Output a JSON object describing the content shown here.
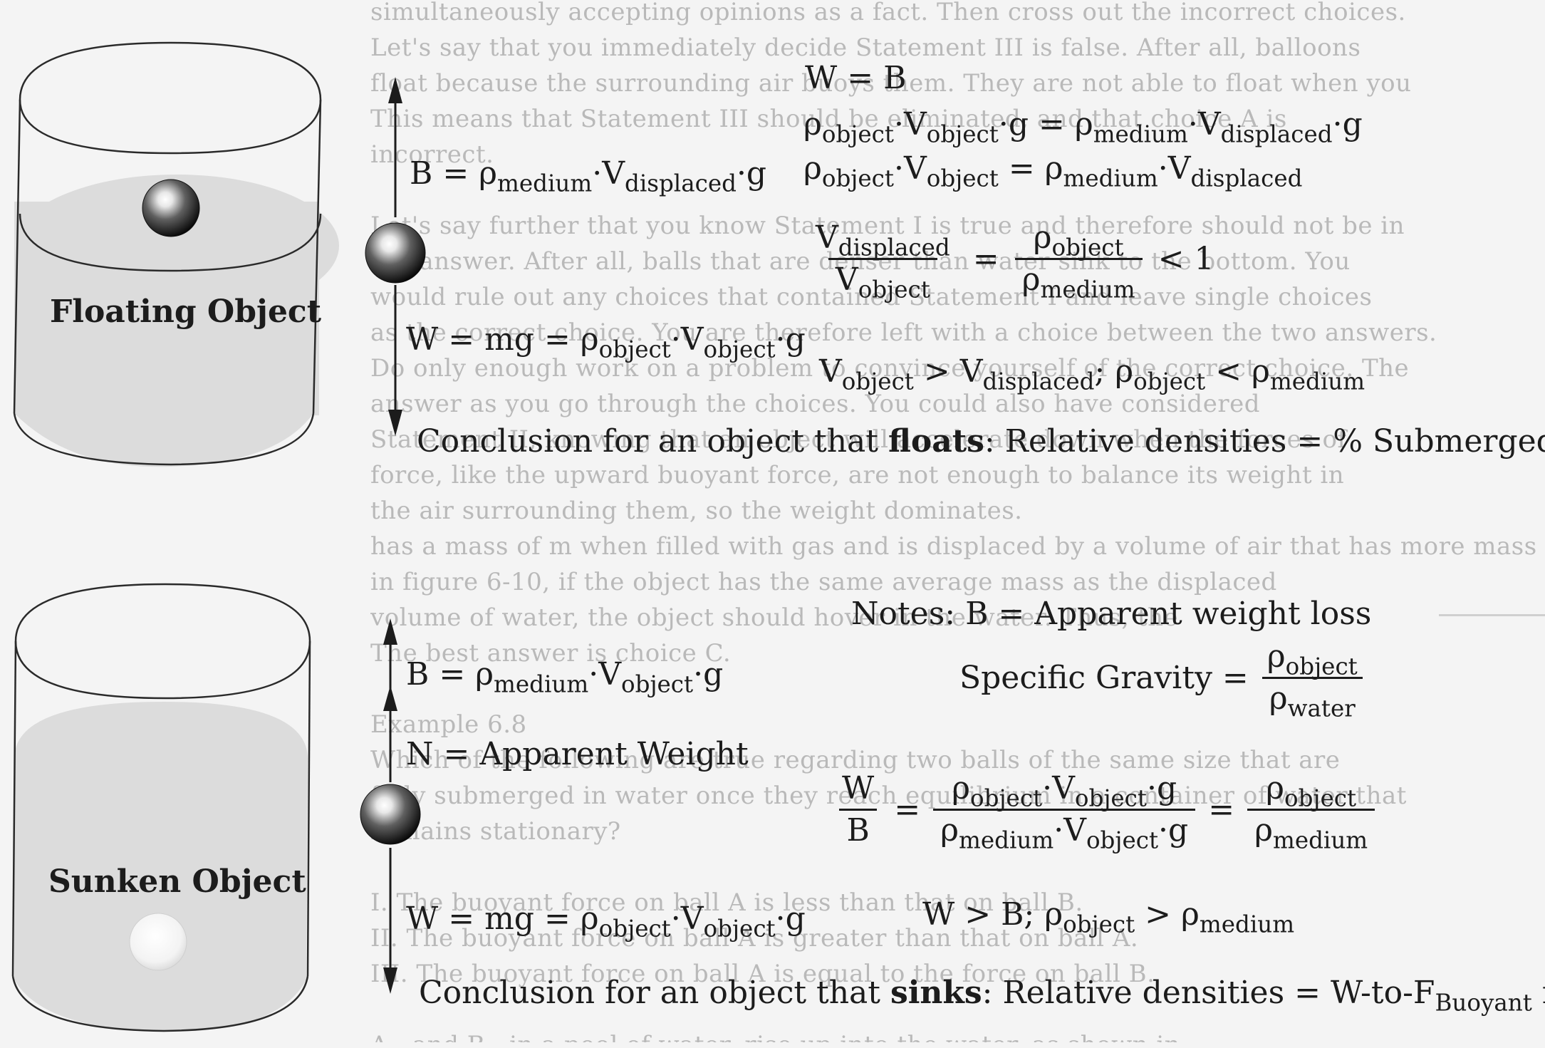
{
  "background_text_lines": [
    "simultaneously accepting opinions as a fact. Then cross out the incorrect choices.",
    "Let's say that you immediately decide Statement III is false. After all, balloons",
    "float because the surrounding air buoys them. They are not able to float when you",
    "This means that Statement III should be eliminated, and that choice A is",
    "incorrect.",
    "",
    "Let's say further that you know Statement I is true and therefore should not be in",
    "the answer. After all, balls that are denser than water sink to the bottom. You",
    "would rule out any choices that contained Statement I and leave single choices",
    "as the correct choice. You are therefore left with a choice between the two answers.",
    "Do only enough work on a problem to convince yourself of the correct choice. The",
    "answer as you go through the choices. You could also have considered",
    "Statement II, knowing that an object will accelerate down when the forces of",
    "force, like the upward buoyant force, are not enough to balance its weight in",
    "the air surrounding them, so the weight dominates.",
    "has a mass of m when filled with gas and is displaced by a volume of air that has more mass",
    "in figure 6-10, if the object has the same average mass as the displaced",
    "volume of water, the object should hover in the water. Thus, the",
    "The best answer is choice C.",
    "",
    "Example 6.8",
    "Which of the following are true regarding two balls of the same size that are",
    "fully submerged in water once they reach equilibrium in a container of water that",
    "remains stationary?",
    "",
    "I.   The buoyant force on ball A is less than that on ball B.",
    "II.  The buoyant force on ball A is greater than that on ball A.",
    "III. The buoyant force on ball A is equal to the force on ball B.",
    "",
    "A., and B., in a pool of water, rise up into the water, as shown in"
  ],
  "top": {
    "container_label": "Floating Object",
    "force_up": {
      "lhs": "B = ρ",
      "s1": "medium",
      "m1": "·V",
      "s2": "displaced",
      "m2": "·g"
    },
    "force_down": {
      "lhs": "W = mg = ρ",
      "s1": "object",
      "m1": "·V",
      "s2": "object",
      "m2": "·g"
    },
    "eq1": "W = B",
    "eq2": {
      "a": "ρ",
      "s1": "object",
      "b": "·V",
      "s2": "object",
      "c": "·g  =  ρ",
      "s3": "medium",
      "d": "·V",
      "s4": "displaced",
      "e": "·g"
    },
    "eq3": {
      "a": "ρ",
      "s1": "object",
      "b": "·V",
      "s2": "object",
      "c": "  =  ρ",
      "s3": "medium",
      "d": "·V",
      "s4": "displaced"
    },
    "ratio": {
      "num1": "V",
      "num1_sub": "displaced",
      "den1": "V",
      "den1_sub": "object",
      "equals": "=",
      "num2": "ρ",
      "num2_sub": "object",
      "den2": "ρ",
      "den2_sub": "medium",
      "tail": "< 1"
    },
    "inequality": {
      "a": "V",
      "s1": "object",
      "b": " > V",
      "s2": "displaced",
      "c": ";  ρ",
      "s3": "object",
      "d": " < ρ",
      "s4": "medium"
    },
    "conclusion": {
      "pre": "Conclusion for an object that ",
      "bold": "floats",
      "post": ": Relative densities = % Submerged"
    }
  },
  "bottom": {
    "container_label": "Sunken Object",
    "force_up": {
      "lhs": "B = ρ",
      "s1": "medium",
      "m1": "·V",
      "s2": "object",
      "m2": "·g"
    },
    "normal": "N = Apparent Weight",
    "force_down": {
      "lhs": "W = mg = ρ",
      "s1": "object",
      "m1": "·V",
      "s2": "object",
      "m2": "·g"
    },
    "notes": "Notes:  B = Apparent weight loss",
    "sg": {
      "label": "Specific Gravity  =",
      "num": "ρ",
      "num_sub": "object",
      "den": "ρ",
      "den_sub": "water"
    },
    "ratio": {
      "w": "W",
      "b": "B",
      "eq": "=",
      "num_a": "ρ",
      "num_s1": "object",
      "num_b": "·V",
      "num_s2": "object",
      "num_c": "·g",
      "den_a": "ρ",
      "den_s1": "medium",
      "den_b": "·V",
      "den_s2": "object",
      "den_c": "·g",
      "eq2": "=",
      "num2": "ρ",
      "num2_sub": "object",
      "den2": "ρ",
      "den2_sub": "medium"
    },
    "inequality": {
      "a": "W > B;  ρ",
      "s1": "object",
      "b": " > ρ",
      "s2": "medium"
    },
    "conclusion": {
      "pre": "Conclusion for an object that ",
      "bold": "sinks",
      "post": ": Relative densities = W-to-F",
      "sub": "Buoyant",
      "tail": " ratio"
    }
  }
}
